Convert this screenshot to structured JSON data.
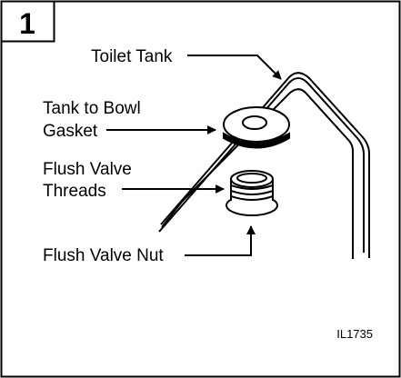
{
  "figure": {
    "step_number": "1",
    "illustration_id": "IL1735"
  },
  "callouts": {
    "toilet_tank": "Toilet Tank",
    "gasket_line1": "Tank to Bowl",
    "gasket_line2": "Gasket",
    "threads_line1": "Flush Valve",
    "threads_line2": "Threads",
    "nut": "Flush Valve Nut"
  },
  "colors": {
    "ink": "#000000",
    "background": "#ffffff"
  }
}
